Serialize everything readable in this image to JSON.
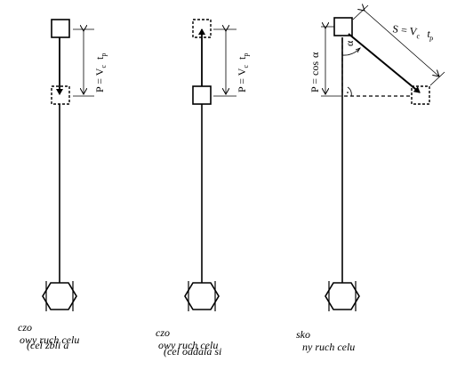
{
  "diagram": {
    "panels": [
      {
        "formula": "P = V",
        "sub1": "c",
        "mid": "t",
        "sub2": "p",
        "caption_line1": "czo",
        "caption_line2": "owy ruch celu",
        "caption_line3": "(cel zbli a"
      },
      {
        "formula": "P = V",
        "sub1": "c",
        "mid": "t",
        "sub2": "p",
        "caption_line1": "czo",
        "caption_line2": "owy ruch celu",
        "caption_line3": "(cel oddala si"
      },
      {
        "formula_p": "P = cos",
        "alpha": "α",
        "formula_s": "S = V",
        "sub1": "c",
        "mid": "t",
        "sub2": "p",
        "caption_line1": "sko",
        "caption_line2": "ny ruch celu"
      }
    ],
    "colors": {
      "ink": "#000000",
      "background": "#ffffff"
    }
  }
}
